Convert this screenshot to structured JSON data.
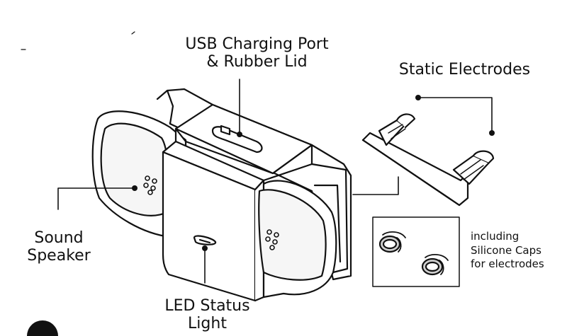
{
  "labels": {
    "usb_port": [
      "USB Charging Port",
      "& Rubber Lid"
    ],
    "static_electrodes": "Static Electrodes",
    "sound_speaker": [
      "Sound",
      "Speaker"
    ],
    "led_status": [
      "LED Status",
      "Light"
    ],
    "silicone_caps": [
      "including",
      "Silicone Caps",
      "for electrodes"
    ]
  },
  "colors": {
    "line": "#111111",
    "device_fill": "#ffffff",
    "panel_fill": "#f6f6f6",
    "cap_fill": "#cfcfcf"
  }
}
